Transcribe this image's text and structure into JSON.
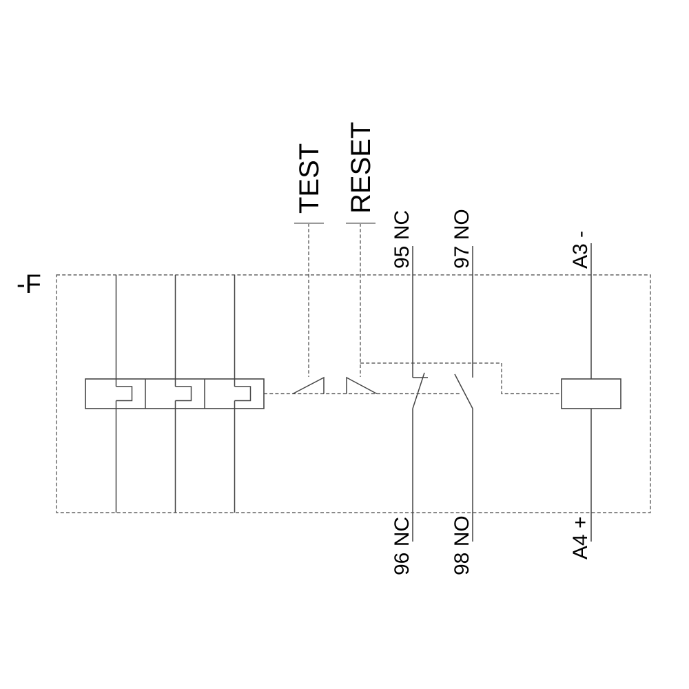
{
  "labels": {
    "device": "-F",
    "test": "TEST",
    "reset": "RESET",
    "terminal_95": "95 NC",
    "terminal_97": "97 NO",
    "terminal_a3": "A3 -",
    "terminal_96": "96 NC",
    "terminal_98": "98 NO",
    "terminal_a4": "A4 +"
  },
  "colors": {
    "line": "#444444",
    "tick": "#999999",
    "text": "#000000",
    "background": "#ffffff"
  }
}
